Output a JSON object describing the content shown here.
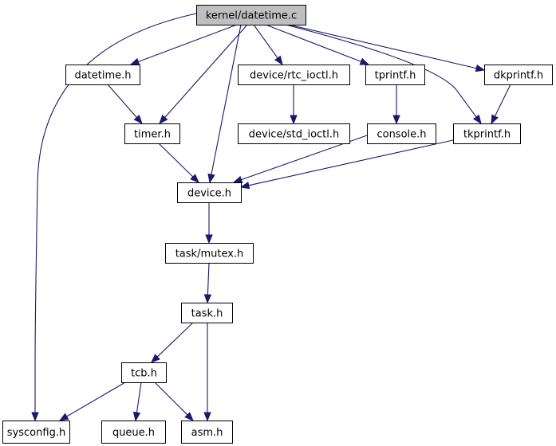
{
  "graph": {
    "nodes": [
      {
        "id": "root",
        "label": "kernel/datetime.c",
        "root": true
      },
      {
        "id": "datetime_h",
        "label": "datetime.h"
      },
      {
        "id": "rtc_ioctl_h",
        "label": "device/rtc_ioctl.h"
      },
      {
        "id": "tprintf_h",
        "label": "tprintf.h"
      },
      {
        "id": "dkprintf_h",
        "label": "dkprintf.h"
      },
      {
        "id": "timer_h",
        "label": "timer.h"
      },
      {
        "id": "std_ioctl_h",
        "label": "device/std_ioctl.h"
      },
      {
        "id": "console_h",
        "label": "console.h"
      },
      {
        "id": "tkprintf_h",
        "label": "tkprintf.h"
      },
      {
        "id": "device_h",
        "label": "device.h"
      },
      {
        "id": "mutex_h",
        "label": "task/mutex.h"
      },
      {
        "id": "task_h",
        "label": "task.h"
      },
      {
        "id": "tcb_h",
        "label": "tcb.h"
      },
      {
        "id": "sysconfig_h",
        "label": "sysconfig.h"
      },
      {
        "id": "queue_h",
        "label": "queue.h"
      },
      {
        "id": "asm_h",
        "label": "asm.h"
      }
    ],
    "edges": [
      {
        "from": "root",
        "to": "datetime_h"
      },
      {
        "from": "root",
        "to": "rtc_ioctl_h"
      },
      {
        "from": "root",
        "to": "tprintf_h"
      },
      {
        "from": "root",
        "to": "dkprintf_h"
      },
      {
        "from": "root",
        "to": "timer_h"
      },
      {
        "from": "root",
        "to": "device_h"
      },
      {
        "from": "root",
        "to": "tkprintf_h"
      },
      {
        "from": "root",
        "to": "sysconfig_h"
      },
      {
        "from": "datetime_h",
        "to": "timer_h"
      },
      {
        "from": "rtc_ioctl_h",
        "to": "std_ioctl_h"
      },
      {
        "from": "tprintf_h",
        "to": "console_h"
      },
      {
        "from": "dkprintf_h",
        "to": "tkprintf_h"
      },
      {
        "from": "timer_h",
        "to": "device_h"
      },
      {
        "from": "console_h",
        "to": "device_h"
      },
      {
        "from": "tkprintf_h",
        "to": "device_h"
      },
      {
        "from": "device_h",
        "to": "mutex_h"
      },
      {
        "from": "mutex_h",
        "to": "task_h"
      },
      {
        "from": "task_h",
        "to": "tcb_h"
      },
      {
        "from": "task_h",
        "to": "asm_h"
      },
      {
        "from": "tcb_h",
        "to": "sysconfig_h"
      },
      {
        "from": "tcb_h",
        "to": "queue_h"
      },
      {
        "from": "tcb_h",
        "to": "asm_h"
      }
    ],
    "colors": {
      "edge": "#191970",
      "root_fill": "#bfbfbf",
      "node_fill": "#ffffff",
      "border": "#000000"
    }
  }
}
